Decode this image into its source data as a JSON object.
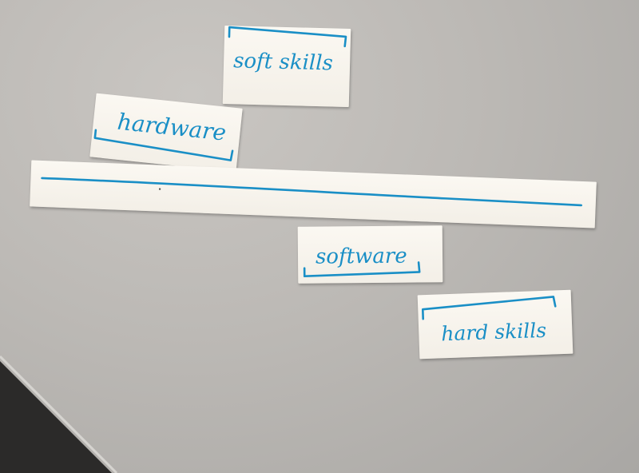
{
  "scene": {
    "surface_color": "#bdbab6",
    "ink_color": "#1a8fc6"
  },
  "notes": {
    "soft_skills": "soft skills",
    "hardware": "hardware",
    "software": "software",
    "hard_skills": "hard skills"
  }
}
